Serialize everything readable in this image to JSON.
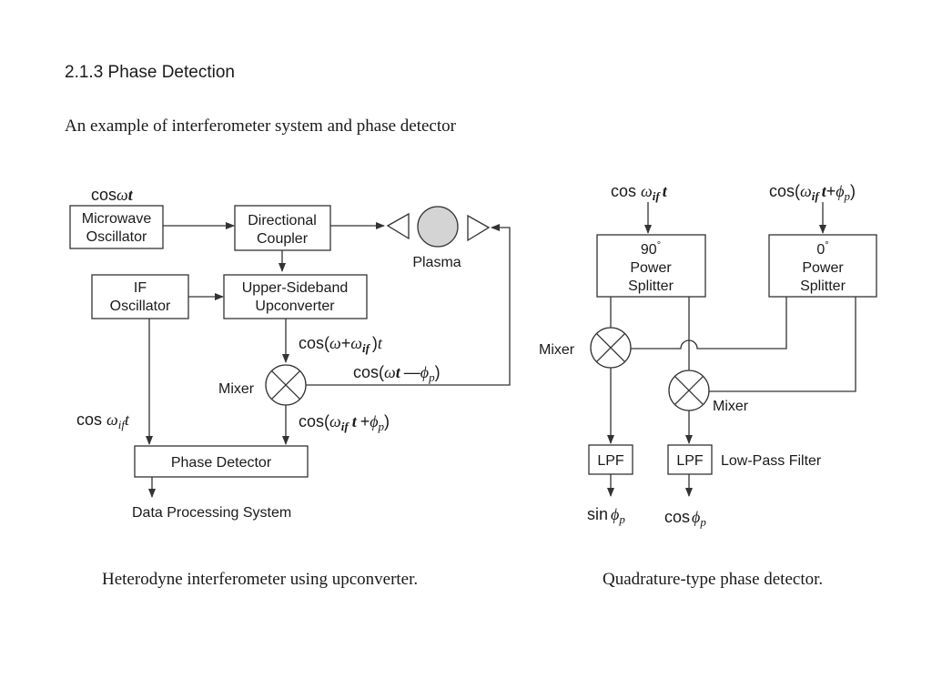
{
  "heading": "2.1.3 Phase Detection",
  "intro": "An example of interferometer system and phase detector",
  "left_diagram": {
    "caption": "Heterodyne interferometer using upconverter.",
    "microwave_oscillator": [
      "Microwave",
      "Oscillator"
    ],
    "directional_coupler": [
      "Directional",
      "Coupler"
    ],
    "plasma": "Plasma",
    "if_oscillator": [
      "IF",
      "Oscillator"
    ],
    "upconverter": [
      "Upper-Sideband",
      "Upconverter"
    ],
    "mixer": "Mixer",
    "phase_detector": "Phase Detector",
    "output": "Data Processing System",
    "signals": {
      "cos_wt": {
        "cos": "cos",
        "w": "ω",
        "t": "t"
      },
      "cos_w_plus_wif_t": {
        "cos": "cos",
        "open": "(",
        "w": "ω",
        "plus": "+",
        "wif": "ω",
        "if": "if",
        "close": ")",
        "t": "t"
      },
      "cos_wt_minus_phip": {
        "cos": "cos",
        "open": "(",
        "w": "ω",
        "t": "t",
        "minus": "—",
        "phi": "ϕ",
        "p": "p",
        "close": ")"
      },
      "cos_wif_t_plus_phip": {
        "cos": "cos",
        "open": "(",
        "wif": "ω",
        "if": "if",
        "t": "t",
        "plus": "+",
        "phi": "ϕ",
        "p": "p",
        "close": ")"
      },
      "cos_wif_t": {
        "cos": "cos",
        "wif": "ω",
        "if": "if",
        "t": "t"
      }
    }
  },
  "right_diagram": {
    "caption": "Quadrature-type phase detector.",
    "splitter_90": [
      "90",
      "°",
      "Power",
      "Splitter"
    ],
    "splitter_0": [
      "0",
      "°",
      "Power",
      "Splitter"
    ],
    "mixer_1": "Mixer",
    "mixer_2": "Mixer",
    "lpf_1": "LPF",
    "lpf_2": "LPF",
    "lpf_note": "Low-Pass Filter",
    "signals": {
      "input_1": {
        "cos": "cos",
        "wif": "ω",
        "if": "if",
        "t": "t"
      },
      "input_2": {
        "cos": "cos",
        "open": "(",
        "wif": "ω",
        "if": "if",
        "t": "t",
        "plus": "+",
        "phi": "ϕ",
        "p": "p",
        "close": ")"
      },
      "out_sin": {
        "fn": "sin",
        "phi": "ϕ",
        "p": "p"
      },
      "out_cos": {
        "fn": "cos",
        "phi": "ϕ",
        "p": "p"
      }
    }
  }
}
